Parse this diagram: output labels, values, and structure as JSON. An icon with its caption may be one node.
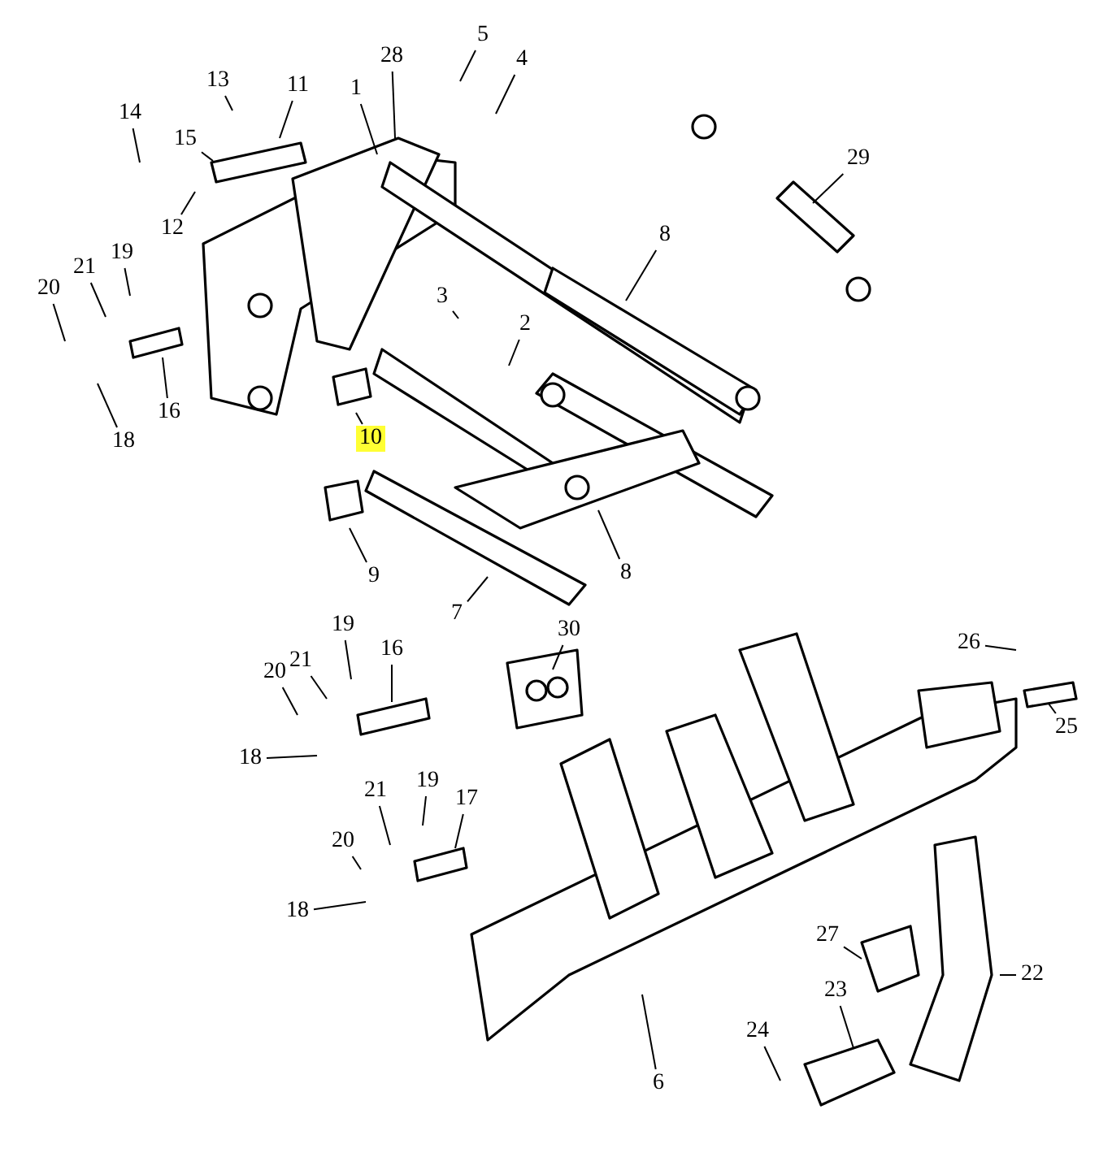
{
  "diagram": {
    "nodes": [
      {
        "text": [
          "1"
        ]
      },
      {
        "text": [
          "28"
        ]
      },
      {
        "text": [
          "5"
        ]
      },
      {
        "text": [
          "4"
        ]
      },
      {
        "text": [
          "13"
        ]
      },
      {
        "text": [
          "11"
        ]
      },
      {
        "text": [
          "14"
        ]
      },
      {
        "text": [
          "15"
        ]
      },
      {
        "text": [
          "12"
        ]
      },
      {
        "text": [
          "29"
        ]
      },
      {
        "text": [
          "21"
        ]
      },
      {
        "text": [
          "19"
        ]
      },
      {
        "text": [
          "20"
        ]
      },
      {
        "text": [
          "8"
        ]
      },
      {
        "text": [
          "3"
        ]
      },
      {
        "text": [
          "2"
        ]
      },
      {
        "text": [
          "16"
        ]
      },
      {
        "text": [
          "18"
        ]
      },
      {
        "text": [
          "10"
        ]
      },
      {
        "text": [
          "9"
        ]
      },
      {
        "text": [
          "8"
        ]
      },
      {
        "text": [
          "7"
        ]
      },
      {
        "text": [
          "30"
        ]
      },
      {
        "text": [
          "19"
        ]
      },
      {
        "text": [
          "21"
        ]
      },
      {
        "text": [
          "16"
        ]
      },
      {
        "text": [
          "20"
        ]
      },
      {
        "text": [
          "26"
        ]
      },
      {
        "text": [
          "18"
        ]
      },
      {
        "text": [
          "25"
        ]
      },
      {
        "text": [
          "19"
        ]
      },
      {
        "text": [
          "21"
        ]
      },
      {
        "text": [
          "17"
        ]
      },
      {
        "text": [
          "20"
        ]
      },
      {
        "text": [
          "18"
        ]
      },
      {
        "text": [
          "27"
        ]
      },
      {
        "text": [
          "22"
        ]
      },
      {
        "text": [
          "23"
        ]
      },
      {
        "text": [
          "24"
        ]
      },
      {
        "text": [
          "6"
        ]
      }
    ],
    "edges": [
      {
        "from": 0,
        "to": null,
        "arrow": "none"
      },
      {
        "from": 1,
        "to": null,
        "arrow": "none"
      },
      {
        "from": 2,
        "to": null,
        "arrow": "none"
      },
      {
        "from": 3,
        "to": null,
        "arrow": "none"
      },
      {
        "from": 4,
        "to": null,
        "arrow": "none"
      },
      {
        "from": 5,
        "to": null,
        "arrow": "none"
      },
      {
        "from": 6,
        "to": null,
        "arrow": "none"
      },
      {
        "from": 7,
        "to": null,
        "arrow": "none"
      },
      {
        "from": 8,
        "to": null,
        "arrow": "none"
      },
      {
        "from": 9,
        "to": null,
        "arrow": "none"
      },
      {
        "from": 10,
        "to": null,
        "arrow": "none"
      },
      {
        "from": 11,
        "to": null,
        "arrow": "none"
      },
      {
        "from": 12,
        "to": null,
        "arrow": "none"
      },
      {
        "from": 13,
        "to": null,
        "arrow": "none"
      },
      {
        "from": 14,
        "to": null,
        "arrow": "none"
      },
      {
        "from": 15,
        "to": null,
        "arrow": "none"
      },
      {
        "from": 16,
        "to": null,
        "arrow": "none"
      },
      {
        "from": 17,
        "to": null,
        "arrow": "none"
      },
      {
        "from": 18,
        "to": null,
        "arrow": "none"
      },
      {
        "from": 19,
        "to": null,
        "arrow": "none"
      },
      {
        "from": 20,
        "to": null,
        "arrow": "none"
      },
      {
        "from": 21,
        "to": null,
        "arrow": "none"
      },
      {
        "from": 22,
        "to": null,
        "arrow": "none"
      },
      {
        "from": 23,
        "to": null,
        "arrow": "none"
      },
      {
        "from": 24,
        "to": null,
        "arrow": "none"
      },
      {
        "from": 25,
        "to": null,
        "arrow": "none"
      },
      {
        "from": 26,
        "to": null,
        "arrow": "none"
      },
      {
        "from": 27,
        "to": null,
        "arrow": "none"
      },
      {
        "from": 28,
        "to": null,
        "arrow": "none"
      },
      {
        "from": 29,
        "to": null,
        "arrow": "none"
      },
      {
        "from": 30,
        "to": null,
        "arrow": "none"
      },
      {
        "from": 31,
        "to": null,
        "arrow": "none"
      },
      {
        "from": 32,
        "to": null,
        "arrow": "none"
      },
      {
        "from": 33,
        "to": null,
        "arrow": "none"
      },
      {
        "from": 34,
        "to": null,
        "arrow": "none"
      },
      {
        "from": 35,
        "to": null,
        "arrow": "none"
      },
      {
        "from": 36,
        "to": null,
        "arrow": "none"
      },
      {
        "from": 37,
        "to": null,
        "arrow": "none"
      },
      {
        "from": 38,
        "to": null,
        "arrow": "none"
      },
      {
        "from": 39,
        "to": null,
        "arrow": "none"
      }
    ]
  }
}
